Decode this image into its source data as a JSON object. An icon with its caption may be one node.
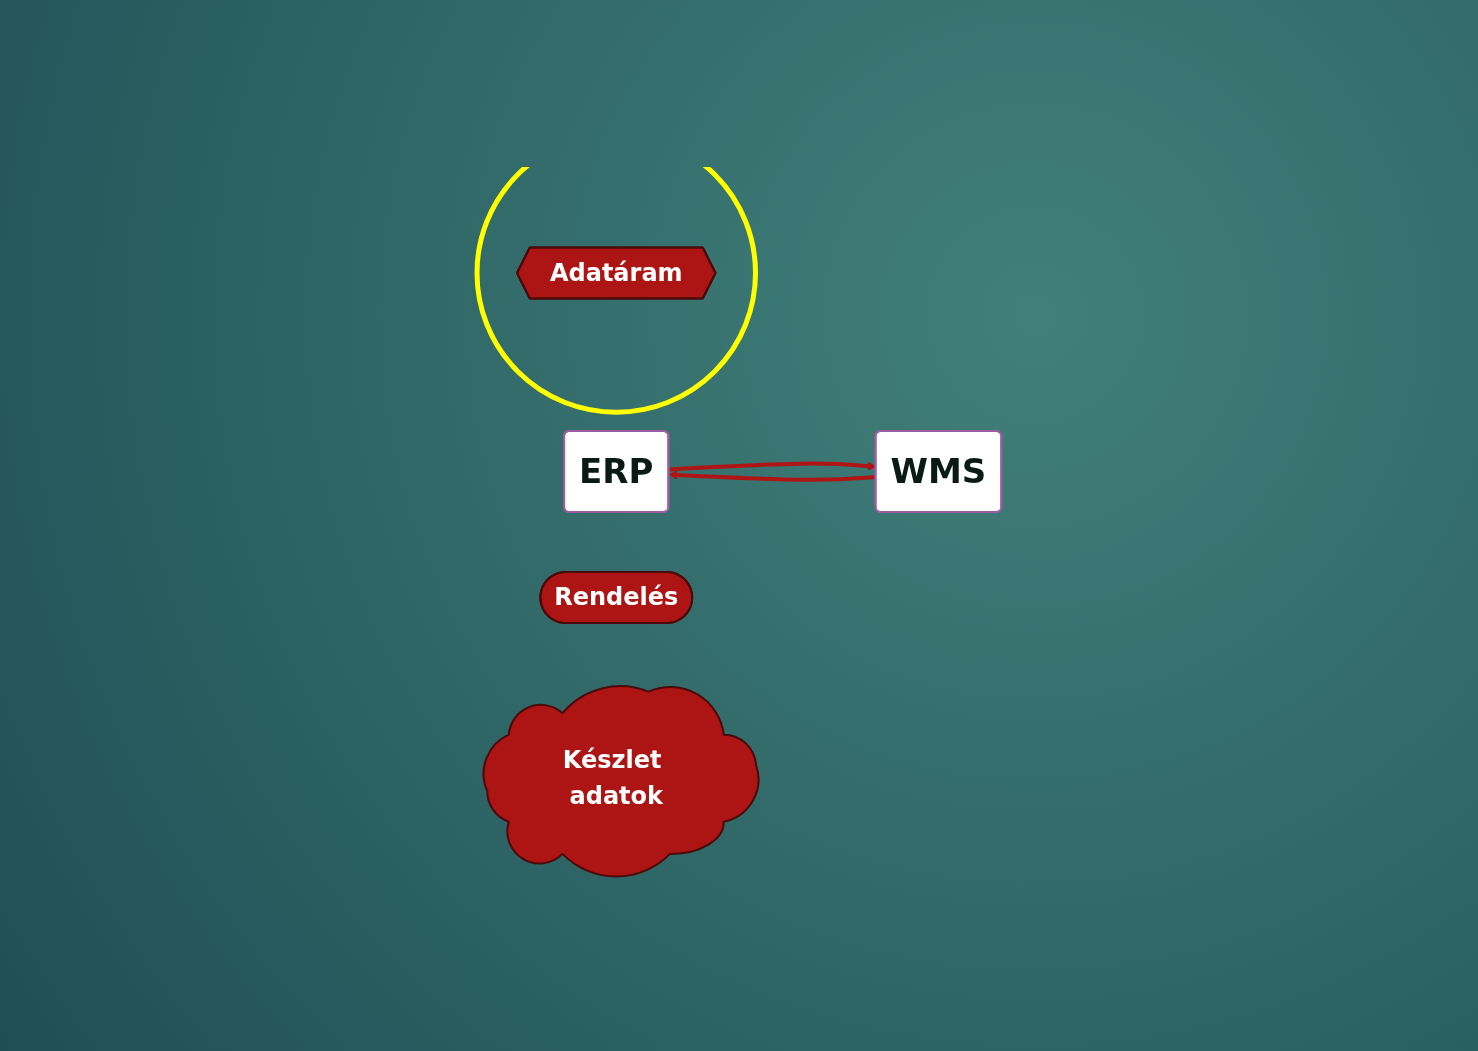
{
  "diagram": {
    "nodes": [
      {
        "text": [
          "ERP"
        ]
      },
      {
        "text": [
          "Rendelés"
        ]
      },
      {
        "text": [
          "WMS"
        ]
      },
      {
        "text": [],
        "shape": "circle"
      },
      {
        "text": [
          "Adatáram"
        ],
        "in": 3
      },
      {
        "text": [
          "Készlet adatok"
        ]
      }
    ],
    "edges": [
      {
        "from": 0,
        "to": 2,
        "arrow": "to"
      },
      {
        "from": 2,
        "to": 0,
        "arrow": "to"
      }
    ]
  }
}
